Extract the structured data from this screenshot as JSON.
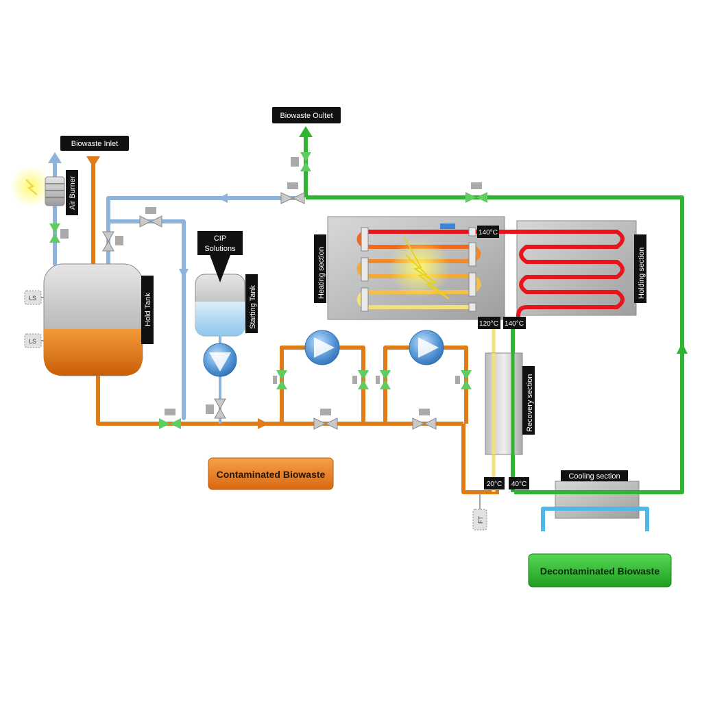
{
  "labels": {
    "biowaste_inlet": "Biowaste Inlet",
    "biowaste_outlet": "Biowaste Oultet",
    "air_burner": "Air Burner",
    "hold_tank": "Hold Tank",
    "cip_solutions_line1": "CIP",
    "cip_solutions_line2": "Solutions",
    "starting_tank": "Starting Tank",
    "heating_section": "Heating section",
    "holding_section": "Holding section",
    "recovery_section": "Recovery  section",
    "cooling_section": "Cooling section",
    "ls_top": "LS",
    "ls_bottom": "LS",
    "ft": "FT"
  },
  "temperatures": {
    "heating_out": "140°C",
    "recovery_in_hot": "120°C",
    "holding_out": "140°C",
    "recovery_out_cold": "20°C",
    "recovery_out_hot": "40°C"
  },
  "legend": {
    "contaminated": "Contaminated Biowaste",
    "decontaminated": "Decontaminated Biowaste"
  },
  "colors": {
    "contaminated_pipe": "#e07b1a",
    "decontaminated_pipe": "#2fb52f",
    "cip_pipe": "#8fb4dc",
    "hot_pipe": "#e8141c",
    "cooling_water": "#4fb8e8",
    "tank_fill": "#e57c16"
  }
}
